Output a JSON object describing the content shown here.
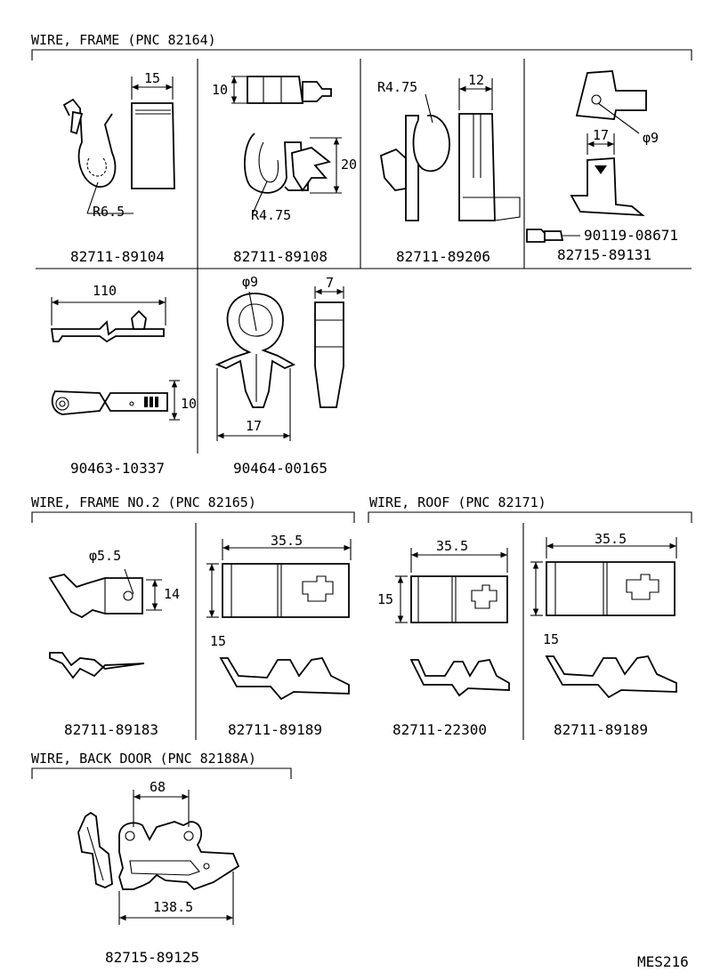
{
  "sections": {
    "frame": "WIRE, FRAME (PNC 82164)",
    "frame2": "WIRE, FRAME NO.2 (PNC 82165)",
    "roof": "WIRE, ROOF (PNC 82171)",
    "backdoor": "WIRE, BACK DOOR  (PNC 82188A)"
  },
  "parts": {
    "p1": "82711-89104",
    "p2": "82711-89108",
    "p3": "82711-89206",
    "p4": "82715-89131",
    "p4b": "90119-08671",
    "p5": "90463-10337",
    "p6": "90464-00165",
    "p7": "82711-89183",
    "p8": "82711-89189",
    "p9": "82711-22300",
    "p10": "82711-89189",
    "p11": "82715-89125"
  },
  "dims": {
    "d15a": "15",
    "r65": "R6.5",
    "d10a": "10",
    "d20": "20",
    "r475a": "R4.75",
    "r475b": "R4.75",
    "d12": "12",
    "phi9a": "φ9",
    "d17a": "17",
    "d110": "110",
    "d10b": "10",
    "phi9b": "φ9",
    "d7": "7",
    "d17b": "17",
    "phi55": "φ5.5",
    "d14": "14",
    "d355a": "35.5",
    "d15b": "15",
    "d355b": "35.5",
    "d15c": "15",
    "d355c": "35.5",
    "d15d": "15",
    "d68": "68",
    "d1385": "138.5"
  },
  "code": "MES216"
}
